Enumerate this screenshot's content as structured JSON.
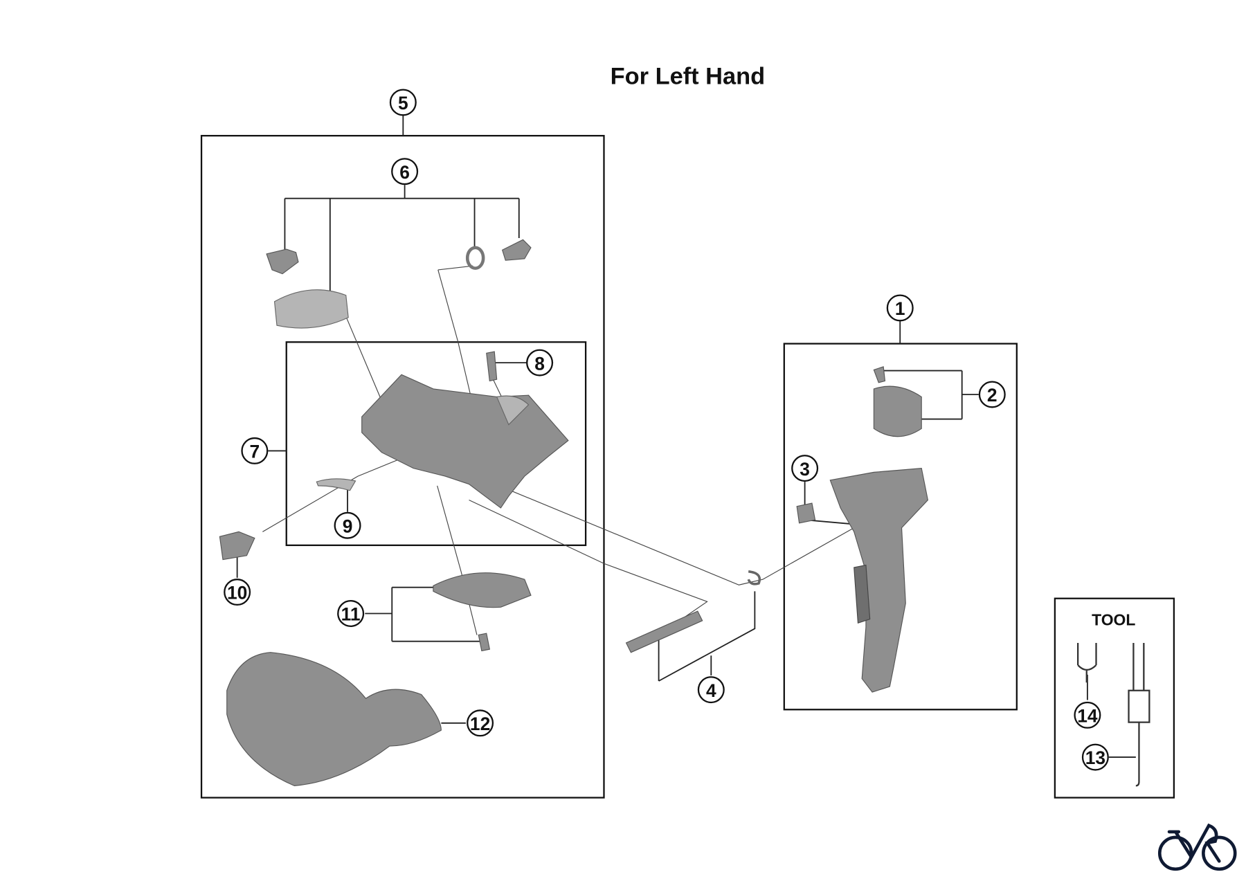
{
  "title": "For Left Hand",
  "callouts": [
    "1",
    "2",
    "3",
    "4",
    "5",
    "6",
    "7",
    "8",
    "9",
    "10",
    "11",
    "12",
    "13",
    "14"
  ],
  "tool_box": {
    "label": "TOOL"
  },
  "logo": {
    "name": "bike-logo",
    "color": "#0f1a33"
  }
}
